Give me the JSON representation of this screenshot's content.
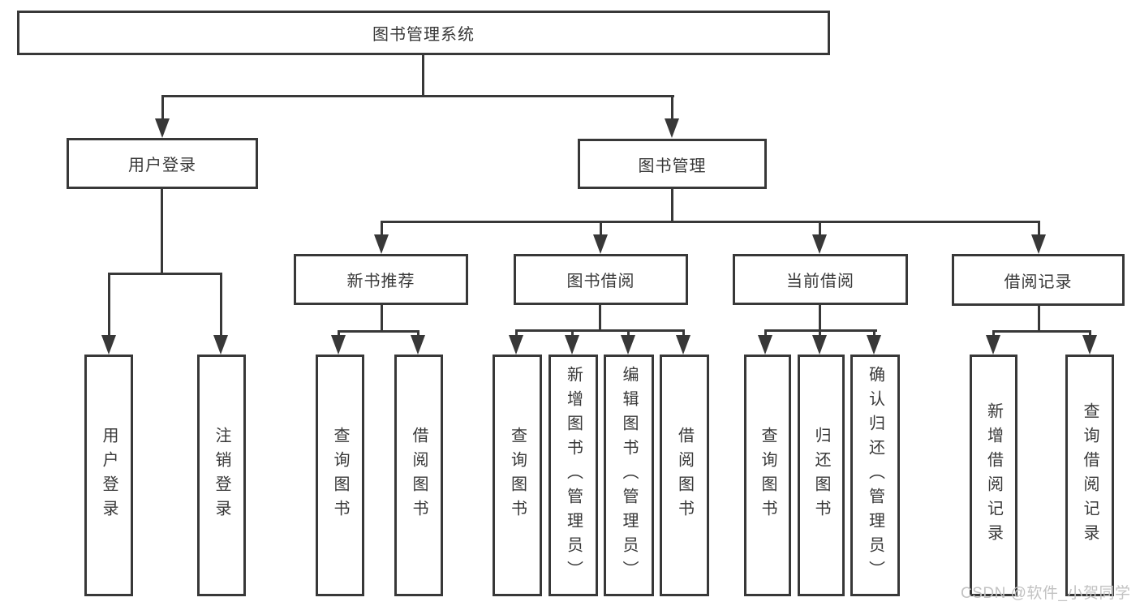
{
  "root": {
    "label": "图书管理系统"
  },
  "branches": [
    {
      "label": "用户登录",
      "children": [
        {
          "label": "用户登录"
        },
        {
          "label": "注销登录"
        }
      ]
    },
    {
      "label": "图书管理",
      "children": [
        {
          "label": "新书推荐",
          "children": [
            {
              "label": "查询图书"
            },
            {
              "label": "借阅图书"
            }
          ]
        },
        {
          "label": "图书借阅",
          "children": [
            {
              "label": "查询图书"
            },
            {
              "label": "新增图书（管理员）"
            },
            {
              "label": "编辑图书（管理员）"
            },
            {
              "label": "借阅图书"
            }
          ]
        },
        {
          "label": "当前借阅",
          "children": [
            {
              "label": "查询图书"
            },
            {
              "label": "归还图书"
            },
            {
              "label": "确认归还（管理员）"
            }
          ]
        },
        {
          "label": "借阅记录",
          "children": [
            {
              "label": "新增借阅记录"
            },
            {
              "label": "查询借阅记录"
            }
          ]
        }
      ]
    }
  ],
  "watermark": "CSDN @软件_小贺同学",
  "colors": {
    "line": "#383838",
    "text": "#383838",
    "watermark": "#c2c2c2",
    "background": "#ffffff"
  }
}
